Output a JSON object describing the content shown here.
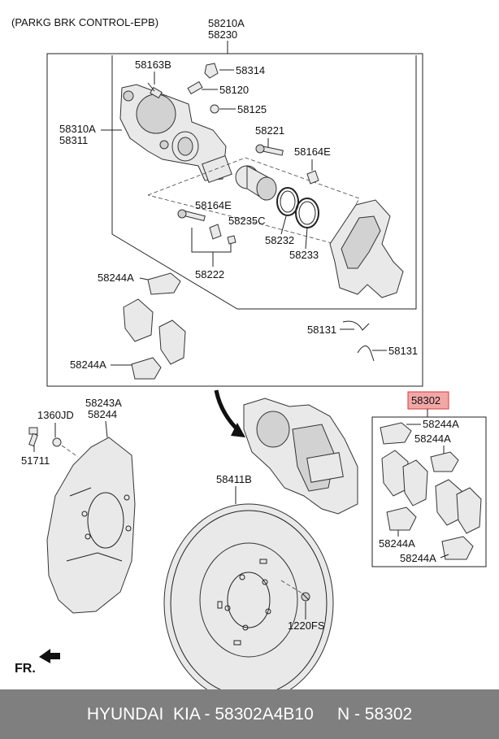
{
  "title": "(PARKG BRK CONTROL-EPB)",
  "labels": {
    "p58210A": "58210A",
    "p58230": "58230",
    "p58163B": "58163B",
    "p58314": "58314",
    "p58120": "58120",
    "p58125": "58125",
    "p58310A": "58310A",
    "p58311": "58311",
    "p58221": "58221",
    "p58164E_1": "58164E",
    "p58164E_2": "58164E",
    "p58235C": "58235C",
    "p58232": "58232",
    "p58233": "58233",
    "p58222": "58222",
    "p58244A_1": "58244A",
    "p58244A_2": "58244A",
    "p58131_1": "58131",
    "p58131_2": "58131",
    "p58302": "58302",
    "p58244A_3": "58244A",
    "p58244A_4": "58244A",
    "p58244A_5": "58244A",
    "p58244A_6": "58244A",
    "p58243A": "58243A",
    "p58244": "58244",
    "p1360JD": "1360JD",
    "p51711": "51711",
    "p58411B": "58411B",
    "p1220FS": "1220FS",
    "fr": "FR."
  },
  "colors": {
    "highlight_fill": "#f2a7a7",
    "highlight_border": "#d93a3a",
    "footer_bg": "#7f7f7f"
  },
  "footer": {
    "text": "HYUNDAI  KIA - 58302A4B10     N - 58302"
  }
}
